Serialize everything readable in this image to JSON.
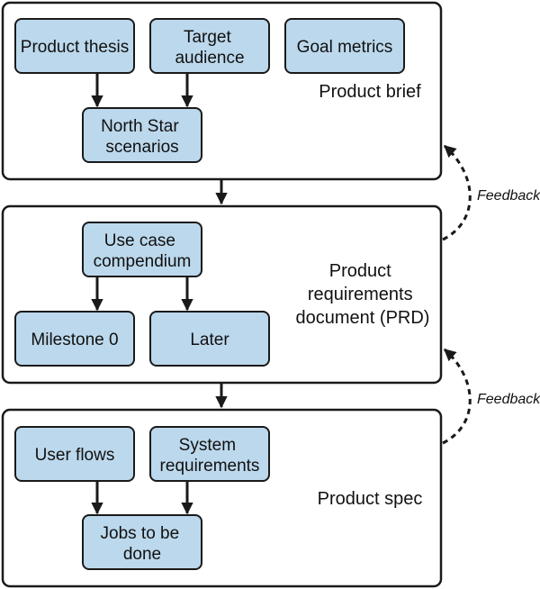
{
  "sections": {
    "brief": {
      "title": [
        "Product brief"
      ],
      "boxes": {
        "thesis": [
          "Product thesis"
        ],
        "audience": [
          "Target",
          "audience"
        ],
        "metrics": [
          "Goal metrics"
        ],
        "northstar": [
          "North Star",
          "scenarios"
        ]
      }
    },
    "prd": {
      "title": [
        "Product",
        "requirements",
        "document (PRD)"
      ],
      "boxes": {
        "usecase": [
          "Use case",
          "compendium"
        ],
        "milestone": [
          "Milestone 0"
        ],
        "later": [
          "Later"
        ]
      }
    },
    "spec": {
      "title": [
        "Product spec"
      ],
      "boxes": {
        "userflows": [
          "User flows"
        ],
        "sysreq": [
          "System",
          "requirements"
        ],
        "jobs": [
          "Jobs to be",
          "done"
        ]
      }
    }
  },
  "feedback_labels": [
    "Feedback",
    "Feedback"
  ],
  "colors": {
    "box_fill": "#bcd8ec",
    "stroke": "#1a1a1a",
    "background": "#ffffff"
  }
}
